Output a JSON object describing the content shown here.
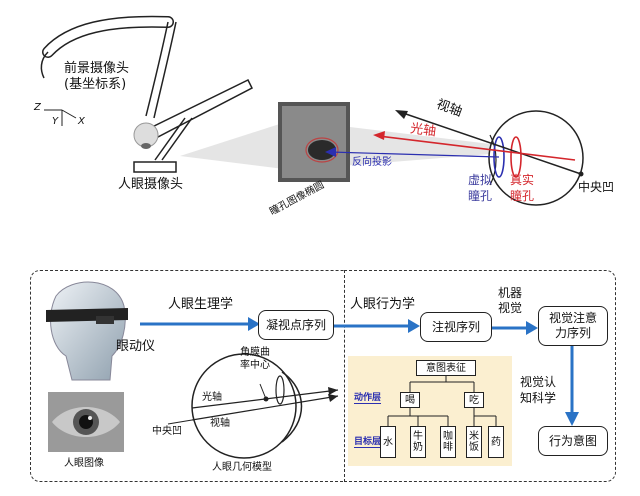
{
  "top": {
    "scene_camera": "前景摄像头",
    "base_frame": "(基坐标系)",
    "axis_z": "Z",
    "axis_y": "Y",
    "axis_x": "X",
    "eye_camera": "人眼摄像头",
    "ellipse_caption": "瞳孔图像椭圆",
    "back_projection": "反向投影",
    "visual_axis": "视轴",
    "optical_axis": "光轴",
    "virtual_pupil": "虚拟\n瞳孔",
    "real_pupil": "真实\n瞳孔",
    "fovea": "中央凹"
  },
  "bottom": {
    "eye_tracker": "眼动仪",
    "eye_image": "人眼图像",
    "physiology": "人眼生理学",
    "fixation_seq": "凝视点序列",
    "behavior": "人眼行为学",
    "gaze_seq": "注视序列",
    "machine_vision": "机器\n视觉",
    "attention_seq": "视觉注意\n力序列",
    "cognitive_science": "视觉认\n知科学",
    "behavior_intent": "行为意图",
    "geometry_model": "人眼几何模型",
    "cornea_center": "角膜曲\n率中心",
    "model_optical_axis": "光轴",
    "model_visual_axis": "视轴",
    "model_fovea": "中央凹"
  },
  "intent_tree": {
    "root": "意图表征",
    "action_layer": "动作层",
    "target_layer": "目标层",
    "drink": "喝",
    "eat": "吃",
    "water": "水",
    "milk": "牛\n奶",
    "coffee": "咖\n啡",
    "rice": "米\n饭",
    "medicine": "药"
  },
  "colors": {
    "optical_axis": "#d4262c",
    "back_projection": "#2b2fb0",
    "arrow_blue": "#2a73c6",
    "intent_bg": "#fbefd0"
  }
}
